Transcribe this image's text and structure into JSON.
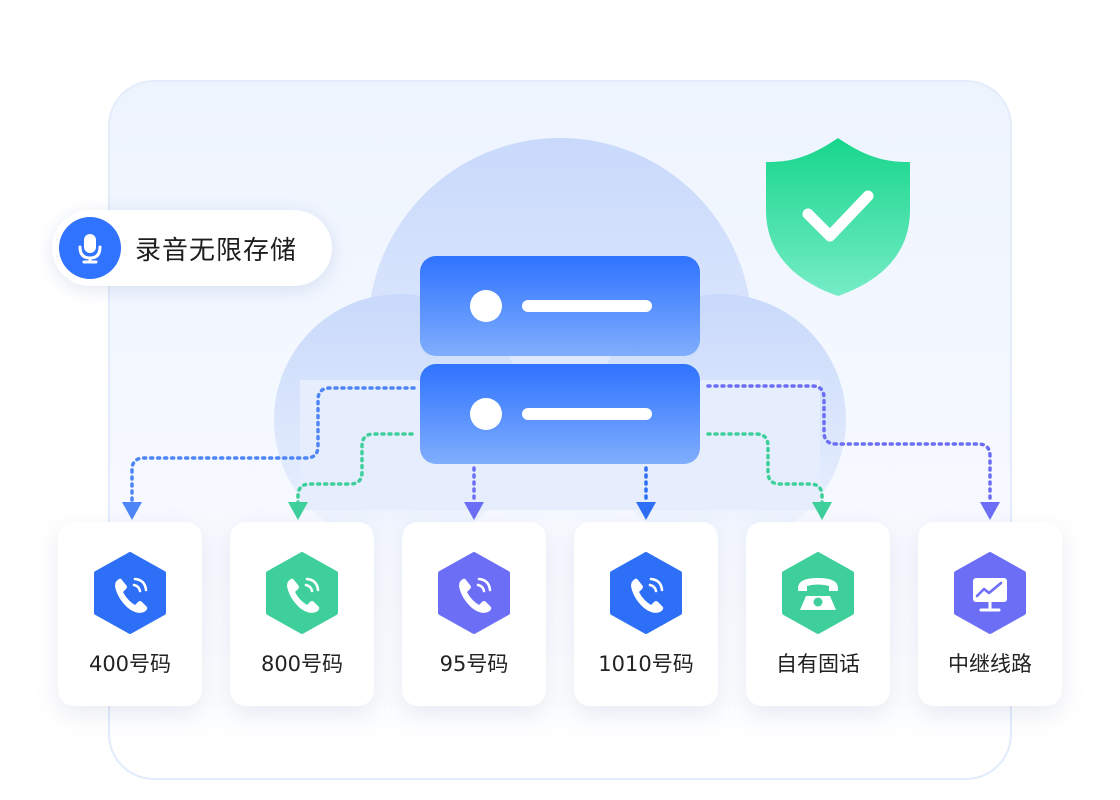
{
  "badge": {
    "label": "录音无限存储",
    "icon": "microphone-icon"
  },
  "cards": [
    {
      "label": "400号码",
      "icon": "phone-signal-icon",
      "color": "#2d6ff6"
    },
    {
      "label": "800号码",
      "icon": "phone-signal-icon",
      "color": "#3fcf9b"
    },
    {
      "label": "95号码",
      "icon": "phone-signal-icon",
      "color": "#6c6ff5"
    },
    {
      "label": "1010号码",
      "icon": "phone-signal-icon",
      "color": "#2d6ff6"
    },
    {
      "label": "自有固话",
      "icon": "landline-phone-icon",
      "color": "#3fcf9b"
    },
    {
      "label": "中继线路",
      "icon": "monitor-chart-icon",
      "color": "#6c6ff5"
    }
  ],
  "colors": {
    "accent_blue": "#2f73ff",
    "accent_green": "#3fcf9b",
    "accent_purple": "#6c6ff5",
    "shield": "#2bd58f"
  }
}
